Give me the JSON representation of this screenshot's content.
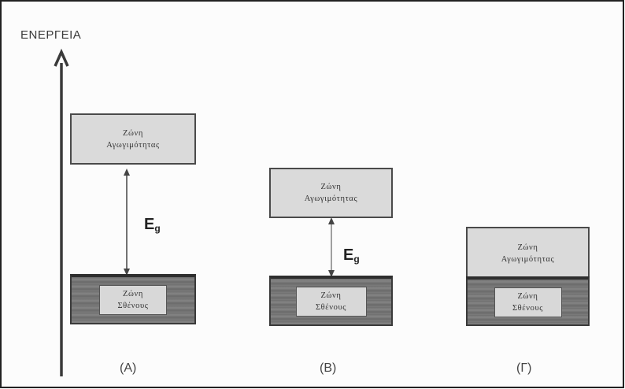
{
  "axis_label": "ΕΝΕΡΓΕΙΑ",
  "band_text": {
    "conduction_line1": "Ζώνη",
    "conduction_line2": "Αγωγιμότητας",
    "valence_line1": "Ζώνη",
    "valence_line2": "Σθένους"
  },
  "gap_symbol": "E",
  "gap_subscript": "g",
  "cases": [
    {
      "label": "(A)"
    },
    {
      "label": "(B)"
    },
    {
      "label": "(Γ)"
    }
  ],
  "colors": {
    "conduction_fill": "#dadada",
    "valence_fill": "#767676",
    "line": "#3a3a3a"
  }
}
